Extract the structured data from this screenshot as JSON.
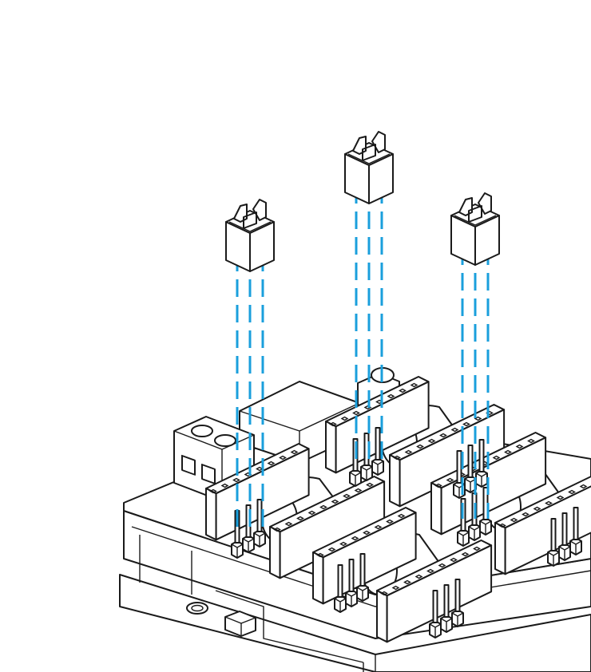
{
  "colors": {
    "background": "#ffffff",
    "outline": "#1a1a1a",
    "guide": "#1a9fdc"
  },
  "icons": [
    "jumper-cap-icon",
    "pin-header-icon",
    "screw-terminal-icon",
    "capacitor-icon"
  ],
  "diagram": {
    "jumpers": [
      {
        "name": "jumper-cap-1"
      },
      {
        "name": "jumper-cap-2"
      },
      {
        "name": "jumper-cap-3"
      }
    ],
    "header_pin_count": 3
  }
}
